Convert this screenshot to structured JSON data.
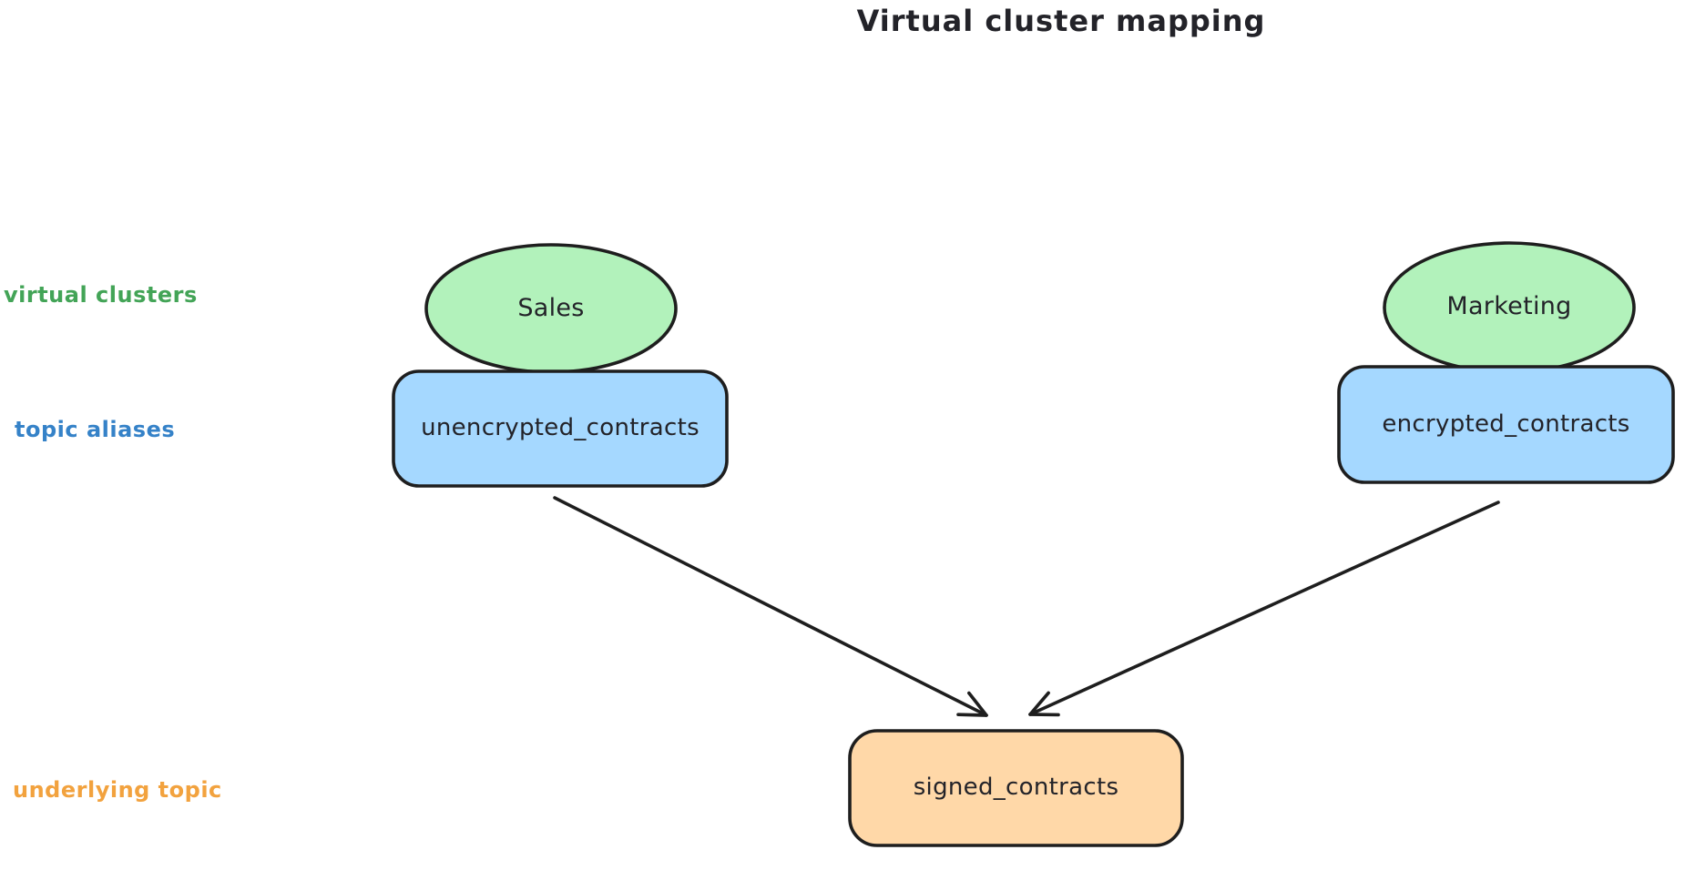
{
  "title": "Virtual cluster mapping",
  "row_labels": {
    "virtual_clusters": "virtual clusters",
    "topic_aliases": "topic aliases",
    "underlying_topic": "underlying topic"
  },
  "nodes": {
    "sales": {
      "label": "Sales",
      "shape": "ellipse",
      "row": "virtual clusters"
    },
    "marketing": {
      "label": "Marketing",
      "shape": "ellipse",
      "row": "virtual clusters"
    },
    "unencrypted": {
      "label": "unencrypted_contracts",
      "shape": "rounded-rect",
      "row": "topic aliases"
    },
    "encrypted": {
      "label": "encrypted_contracts",
      "shape": "rounded-rect",
      "row": "topic aliases"
    },
    "signed": {
      "label": "signed_contracts",
      "shape": "rounded-rect",
      "row": "underlying topic"
    }
  },
  "edges": [
    {
      "from": "unencrypted_contracts",
      "to": "signed_contracts"
    },
    {
      "from": "encrypted_contracts",
      "to": "signed_contracts"
    }
  ],
  "colors": {
    "stroke": "#1e1e1e",
    "green_fill": "#b2f2bb",
    "blue_fill": "#a5d8ff",
    "orange_fill": "#ffd8a8",
    "green_label_text": "#43a457",
    "blue_label_text": "#3582c8",
    "orange_label_text": "#f2a23e"
  }
}
